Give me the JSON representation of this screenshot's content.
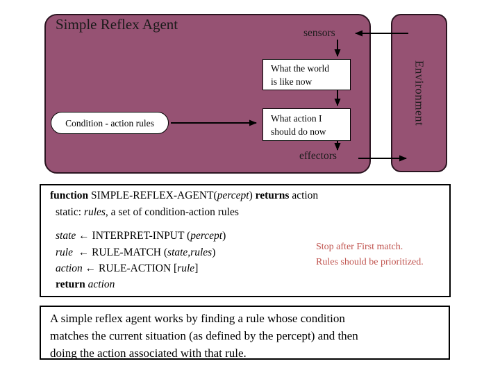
{
  "colors": {
    "slide_fill": "#965273",
    "slide_border": "#2a1420",
    "note_red": "#c0544f"
  },
  "slide": {
    "title": "Simple Reflex Agent"
  },
  "diagram": {
    "environment_label": "Environment",
    "sensors_label": "sensors",
    "effectors_label": "effectors",
    "world_box": {
      "line1": "What the world",
      "line2": "is like now"
    },
    "action_box": {
      "line1": "What action I",
      "line2": "should do now"
    },
    "rules_pill": "Condition - action rules"
  },
  "pseudocode": {
    "line1": {
      "kw_function": "function",
      "name": " SIMPLE-REFLEX-AGENT(",
      "arg": "percept",
      "close": ") ",
      "kw_returns": "returns",
      "ret": " action"
    },
    "line2": {
      "pre": "static: ",
      "var": "rules",
      "post": ", a set of condition-action rules"
    },
    "line3": {
      "var": "state",
      "arrow": " ← ",
      "fn": "INTERPRET-INPUT (",
      "arg": "percept",
      "close": ")"
    },
    "line4": {
      "var": "rule",
      "arrow": "  ← ",
      "fn": "RULE-MATCH (",
      "args": "state,rules",
      "close": ")"
    },
    "line5": {
      "var": "action",
      "arrow": " ← ",
      "fn": "RULE-ACTION [",
      "arg": "rule",
      "close": "]"
    },
    "line6": {
      "kw_return": "return",
      "var": " action"
    }
  },
  "note": {
    "line1": "Stop after First match.",
    "line2": "Rules should be prioritized."
  },
  "summary": {
    "line1": "A simple reflex agent works by finding a rule whose condition",
    "line2": "matches the current situation (as defined by the percept) and then",
    "line3": "doing the action associated with that rule."
  }
}
